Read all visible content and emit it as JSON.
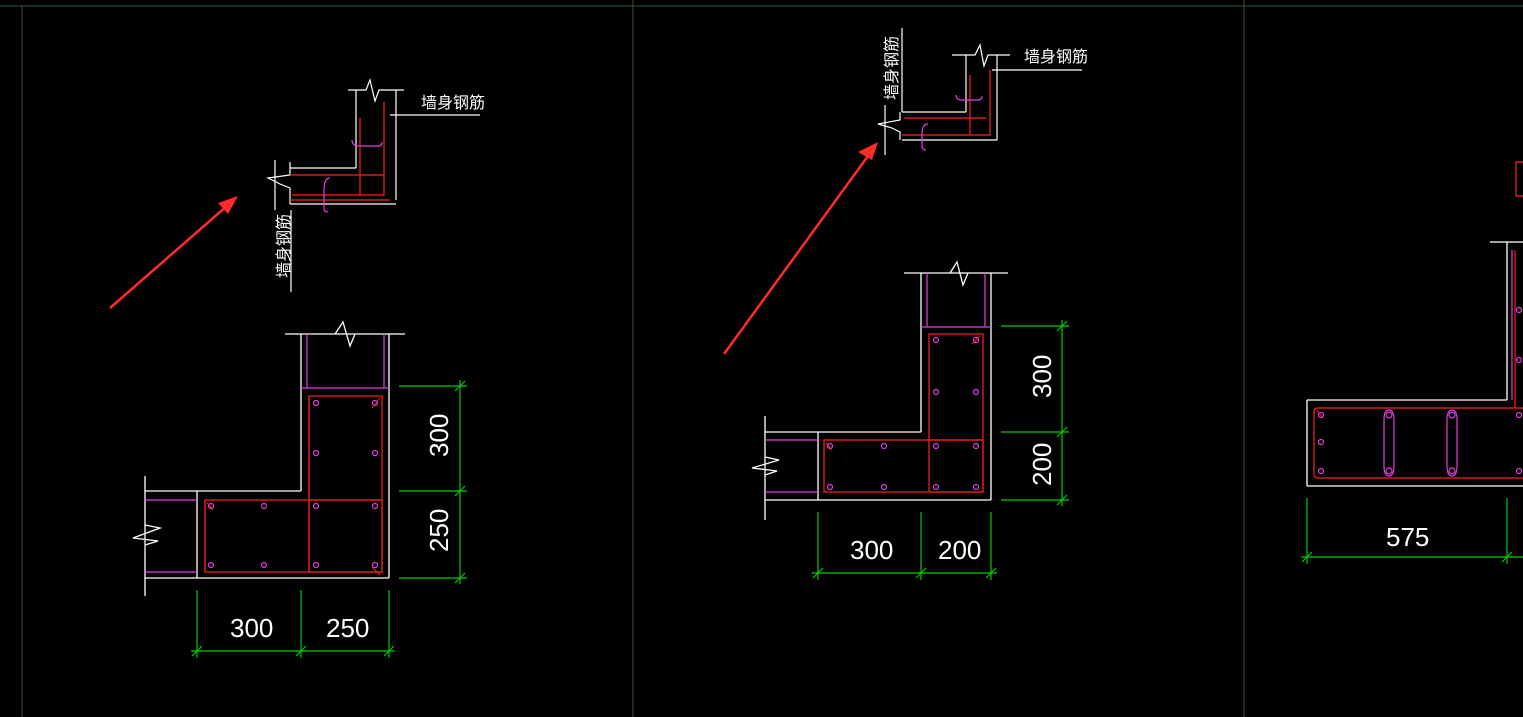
{
  "labels": {
    "wall_rebar": "墙身钢筋"
  },
  "panel1": {
    "dims": {
      "v_top": "300",
      "v_bottom": "250",
      "h_left": "300",
      "h_right": "250"
    }
  },
  "panel2": {
    "dims": {
      "v_top": "300",
      "v_bottom": "200",
      "h_left": "300",
      "h_right": "200"
    }
  },
  "panel3": {
    "dims": {
      "h_left": "575"
    }
  },
  "colors": {
    "outline": "#ffffff",
    "rebar": "#ff2020",
    "tie": "#e040e0",
    "dimension": "#00cc00",
    "grid": "#2d5a3d",
    "arrow": "#ff2a2a"
  }
}
